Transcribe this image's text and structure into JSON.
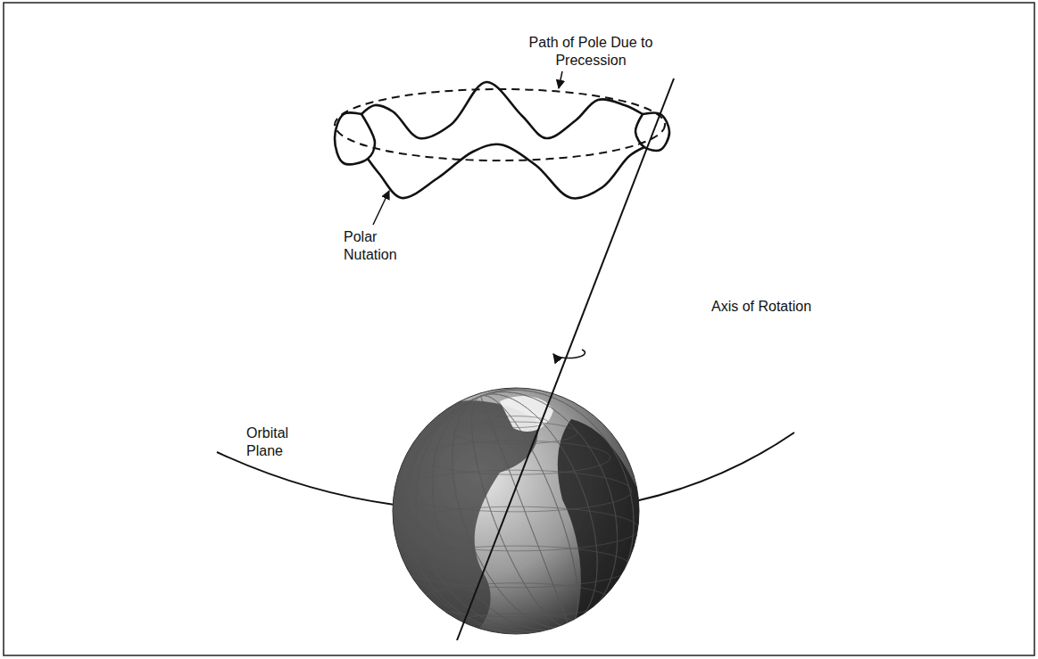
{
  "diagram": {
    "labels": [
      "Path of Pole Due to Precession",
      "Polar Nutation",
      "Axis of Rotation",
      "Orbital Plane"
    ]
  }
}
